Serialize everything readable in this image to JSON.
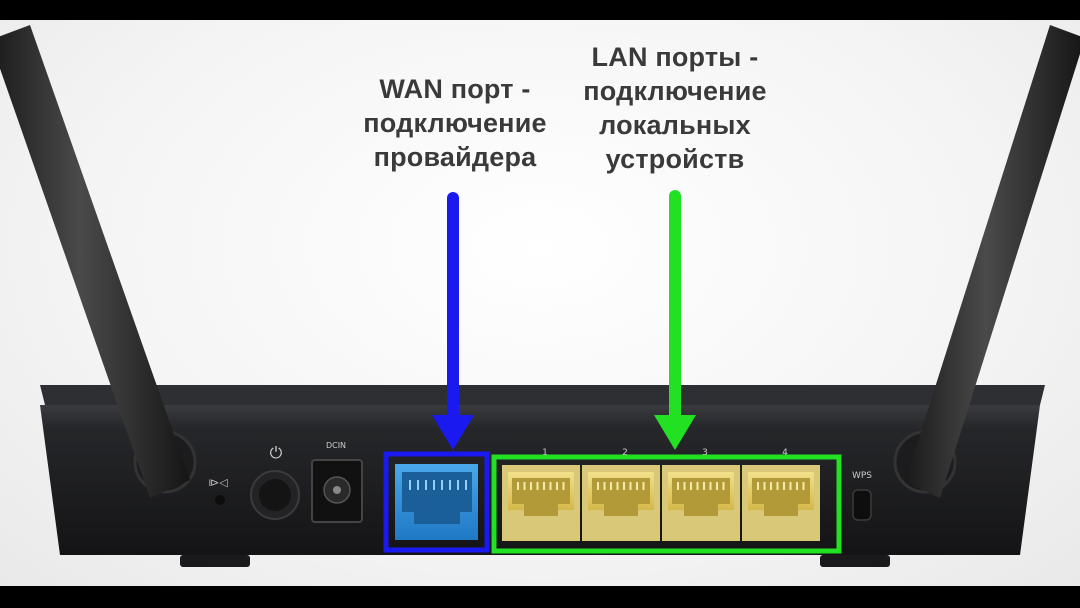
{
  "wan": {
    "line1": "WAN порт -",
    "line2": "подключение",
    "line3": "провайдера",
    "arrow_color": "#1a1af0"
  },
  "lan": {
    "line1": "LAN порты -",
    "line2": "подключение",
    "line3": "локальных",
    "line4": "устройств",
    "arrow_color": "#22e022"
  },
  "router": {
    "port_numbers": [
      "1",
      "2",
      "3",
      "4"
    ],
    "wps_label": "WPS",
    "dcin_label": "DCIN",
    "power_symbol": "⏻",
    "reset_symbol": "⧐◁",
    "colors": {
      "body": "#1e1f22",
      "wan_port": "#2f8fd6",
      "lan_port": "#e6d06a",
      "frame_background": "#000000"
    }
  }
}
